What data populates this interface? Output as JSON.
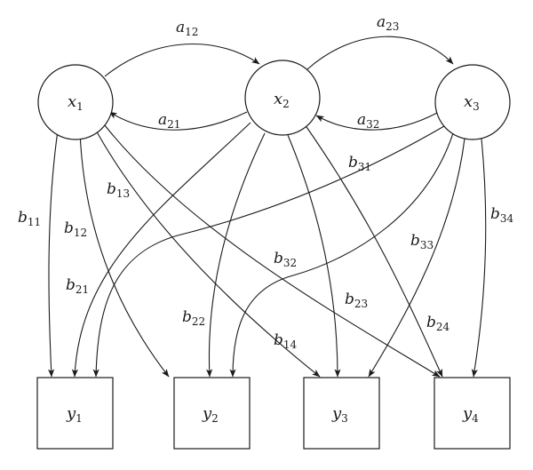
{
  "nodes": [
    {
      "id": "x1",
      "base": "x",
      "sub": "1",
      "shape": "circle"
    },
    {
      "id": "x2",
      "base": "x",
      "sub": "2",
      "shape": "circle"
    },
    {
      "id": "x3",
      "base": "x",
      "sub": "3",
      "shape": "circle"
    },
    {
      "id": "y1",
      "base": "y",
      "sub": "1",
      "shape": "box"
    },
    {
      "id": "y2",
      "base": "y",
      "sub": "2",
      "shape": "box"
    },
    {
      "id": "y3",
      "base": "y",
      "sub": "3",
      "shape": "box"
    },
    {
      "id": "y4",
      "base": "y",
      "sub": "4",
      "shape": "box"
    }
  ],
  "edges": [
    {
      "id": "a12",
      "from": "x1",
      "to": "x2",
      "base": "a",
      "sub": "12"
    },
    {
      "id": "a21",
      "from": "x2",
      "to": "x1",
      "base": "a",
      "sub": "21"
    },
    {
      "id": "a23",
      "from": "x2",
      "to": "x3",
      "base": "a",
      "sub": "23"
    },
    {
      "id": "a32",
      "from": "x3",
      "to": "x2",
      "base": "a",
      "sub": "32"
    },
    {
      "id": "b11",
      "from": "x1",
      "to": "y1",
      "base": "b",
      "sub": "11"
    },
    {
      "id": "b12",
      "from": "x1",
      "to": "y2",
      "base": "b",
      "sub": "12"
    },
    {
      "id": "b13",
      "from": "x1",
      "to": "y3",
      "base": "b",
      "sub": "13"
    },
    {
      "id": "b14",
      "from": "x1",
      "to": "y4",
      "base": "b",
      "sub": "14"
    },
    {
      "id": "b21",
      "from": "x2",
      "to": "y1",
      "base": "b",
      "sub": "21"
    },
    {
      "id": "b22",
      "from": "x2",
      "to": "y2",
      "base": "b",
      "sub": "22"
    },
    {
      "id": "b23",
      "from": "x2",
      "to": "y3",
      "base": "b",
      "sub": "23"
    },
    {
      "id": "b24",
      "from": "x2",
      "to": "y4",
      "base": "b",
      "sub": "24"
    },
    {
      "id": "b31",
      "from": "x3",
      "to": "y1",
      "base": "b",
      "sub": "31"
    },
    {
      "id": "b32",
      "from": "x3",
      "to": "y2",
      "base": "b",
      "sub": "32"
    },
    {
      "id": "b33",
      "from": "x3",
      "to": "y3",
      "base": "b",
      "sub": "33"
    },
    {
      "id": "b34",
      "from": "x3",
      "to": "y4",
      "base": "b",
      "sub": "34"
    }
  ]
}
